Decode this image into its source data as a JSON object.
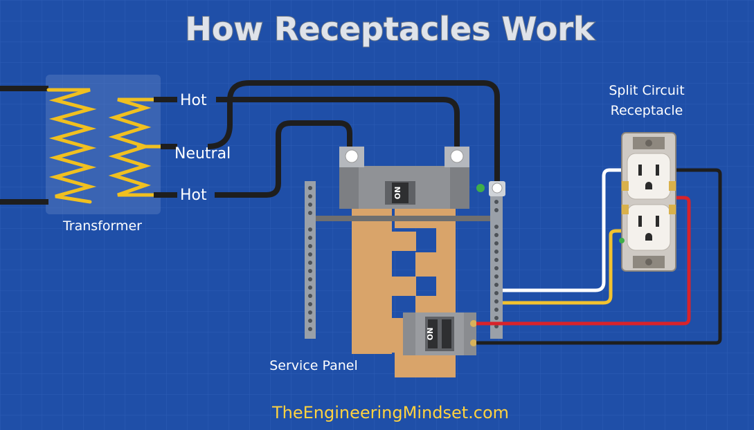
{
  "title": "How Receptacles Work",
  "labels": {
    "hot_top": "Hot",
    "neutral": "Neutral",
    "hot_bottom": "Hot",
    "transformer": "Transformer",
    "service_panel": "Service Panel",
    "receptacle_line1": "Split Circuit",
    "receptacle_line2": "Receptacle",
    "breaker_main": "ON",
    "breaker_branch": "ON"
  },
  "footer": "TheEngineeringMindset.com",
  "colors": {
    "background": "#1f4fa8",
    "grid": "#3a68c0",
    "hot_wire": "#1e1e1e",
    "neutral_wire": "#ffffff",
    "red_wire": "#d8232a",
    "ground_wire": "#f2c230",
    "coil": "#f0c020",
    "bus_bar": "#d9a46a",
    "breaker": "#8c8c8c"
  }
}
